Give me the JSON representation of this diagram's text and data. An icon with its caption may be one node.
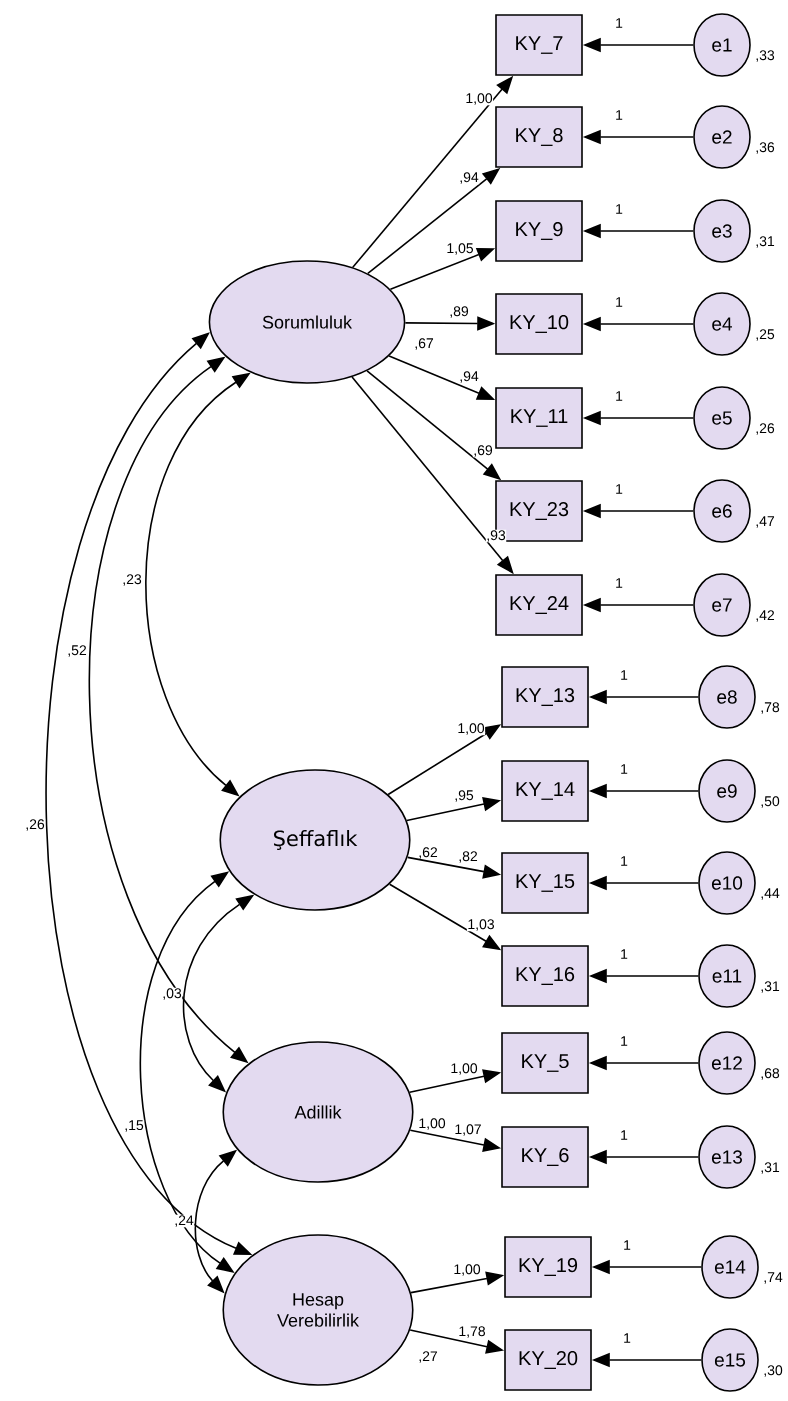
{
  "diagram": {
    "nodes": [
      {
        "text": [
          "Sorumluluk"
        ],
        "beside": [
          ",67"
        ]
      },
      {
        "text": [
          "Şeffaflık"
        ],
        "beside": [
          ",62"
        ]
      },
      {
        "text": [
          "Adillik"
        ],
        "beside": [
          "1,00"
        ]
      },
      {
        "text": [
          "Hesap Verebilirlik"
        ],
        "beside": [
          ",27"
        ]
      },
      {
        "text": [
          "KY_7"
        ]
      },
      {
        "text": [
          "KY_8"
        ]
      },
      {
        "text": [
          "KY_9"
        ]
      },
      {
        "text": [
          "KY_10"
        ]
      },
      {
        "text": [
          "KY_11"
        ]
      },
      {
        "text": [
          "KY_23"
        ]
      },
      {
        "text": [
          "KY_24"
        ]
      },
      {
        "text": [
          "KY_13"
        ]
      },
      {
        "text": [
          "KY_14"
        ]
      },
      {
        "text": [
          "KY_15"
        ]
      },
      {
        "text": [
          "KY_16"
        ]
      },
      {
        "text": [
          "KY_5"
        ]
      },
      {
        "text": [
          "KY_6"
        ]
      },
      {
        "text": [
          "KY_19"
        ]
      },
      {
        "text": [
          "KY_20"
        ]
      },
      {
        "text": [
          "e1"
        ],
        "beside": [
          ",33"
        ]
      },
      {
        "text": [
          "e2"
        ],
        "beside": [
          ",36"
        ]
      },
      {
        "text": [
          "e3"
        ],
        "beside": [
          ",31"
        ]
      },
      {
        "text": [
          "e4"
        ],
        "beside": [
          ",25"
        ]
      },
      {
        "text": [
          "e5"
        ],
        "beside": [
          ",26"
        ]
      },
      {
        "text": [
          "e6"
        ],
        "beside": [
          ",47"
        ]
      },
      {
        "text": [
          "e7"
        ],
        "beside": [
          ",42"
        ]
      },
      {
        "text": [
          "e8"
        ],
        "beside": [
          ",78"
        ]
      },
      {
        "text": [
          "e9"
        ],
        "beside": [
          ",50"
        ]
      },
      {
        "text": [
          "e10"
        ],
        "beside": [
          ",44"
        ]
      },
      {
        "text": [
          "e11"
        ],
        "beside": [
          ",31"
        ]
      },
      {
        "text": [
          "e12"
        ],
        "beside": [
          ",68"
        ]
      },
      {
        "text": [
          "e13"
        ],
        "beside": [
          ",31"
        ]
      },
      {
        "text": [
          "e14"
        ],
        "beside": [
          ",74"
        ]
      },
      {
        "text": [
          "e15"
        ],
        "beside": [
          ",30"
        ]
      }
    ],
    "edges": [
      {
        "from": 0,
        "to": 4,
        "arrow": "to",
        "label": "1,00"
      },
      {
        "from": 0,
        "to": 5,
        "arrow": "to",
        "label": ",94"
      },
      {
        "from": 0,
        "to": 6,
        "arrow": "to",
        "label": "1,05"
      },
      {
        "from": 0,
        "to": 7,
        "arrow": "to",
        "label": ",89"
      },
      {
        "from": 0,
        "to": 8,
        "arrow": "to",
        "label": ",94"
      },
      {
        "from": 0,
        "to": 9,
        "arrow": "to",
        "label": ",69"
      },
      {
        "from": 0,
        "to": 10,
        "arrow": "to",
        "label": ",93"
      },
      {
        "from": 1,
        "to": 11,
        "arrow": "to",
        "label": "1,00"
      },
      {
        "from": 1,
        "to": 12,
        "arrow": "to",
        "label": ",95"
      },
      {
        "from": 1,
        "to": 13,
        "arrow": "to",
        "label": ",82"
      },
      {
        "from": 1,
        "to": 14,
        "arrow": "to",
        "label": "1,03"
      },
      {
        "from": 2,
        "to": 15,
        "arrow": "to",
        "label": "1,00"
      },
      {
        "from": 2,
        "to": 16,
        "arrow": "to",
        "label": "1,07"
      },
      {
        "from": 3,
        "to": 17,
        "arrow": "to",
        "label": "1,00"
      },
      {
        "from": 3,
        "to": 18,
        "arrow": "to",
        "label": "1,78"
      },
      {
        "from": 19,
        "to": 4,
        "arrow": "to",
        "label": "1"
      },
      {
        "from": 20,
        "to": 5,
        "arrow": "to",
        "label": "1"
      },
      {
        "from": 21,
        "to": 6,
        "arrow": "to",
        "label": "1"
      },
      {
        "from": 22,
        "to": 7,
        "arrow": "to",
        "label": "1"
      },
      {
        "from": 23,
        "to": 8,
        "arrow": "to",
        "label": "1"
      },
      {
        "from": 24,
        "to": 9,
        "arrow": "to",
        "label": "1"
      },
      {
        "from": 25,
        "to": 10,
        "arrow": "to",
        "label": "1"
      },
      {
        "from": 26,
        "to": 11,
        "arrow": "to",
        "label": "1"
      },
      {
        "from": 27,
        "to": 12,
        "arrow": "to",
        "label": "1"
      },
      {
        "from": 28,
        "to": 13,
        "arrow": "to",
        "label": "1"
      },
      {
        "from": 29,
        "to": 14,
        "arrow": "to",
        "label": "1"
      },
      {
        "from": 30,
        "to": 15,
        "arrow": "to",
        "label": "1"
      },
      {
        "from": 31,
        "to": 16,
        "arrow": "to",
        "label": "1"
      },
      {
        "from": 32,
        "to": 17,
        "arrow": "to",
        "label": "1"
      },
      {
        "from": 33,
        "to": 18,
        "arrow": "to",
        "label": "1"
      },
      {
        "from": 0,
        "to": 1,
        "arrow": "both",
        "label": ",23"
      },
      {
        "from": 0,
        "to": 2,
        "arrow": "both",
        "label": ",52"
      },
      {
        "from": 0,
        "to": 3,
        "arrow": "both",
        "label": ",26"
      },
      {
        "from": 1,
        "to": 2,
        "arrow": "both",
        "label": ",03"
      },
      {
        "from": 1,
        "to": 3,
        "arrow": "both",
        "label": ",15"
      },
      {
        "from": 2,
        "to": 3,
        "arrow": "both",
        "label": ",24"
      }
    ]
  }
}
